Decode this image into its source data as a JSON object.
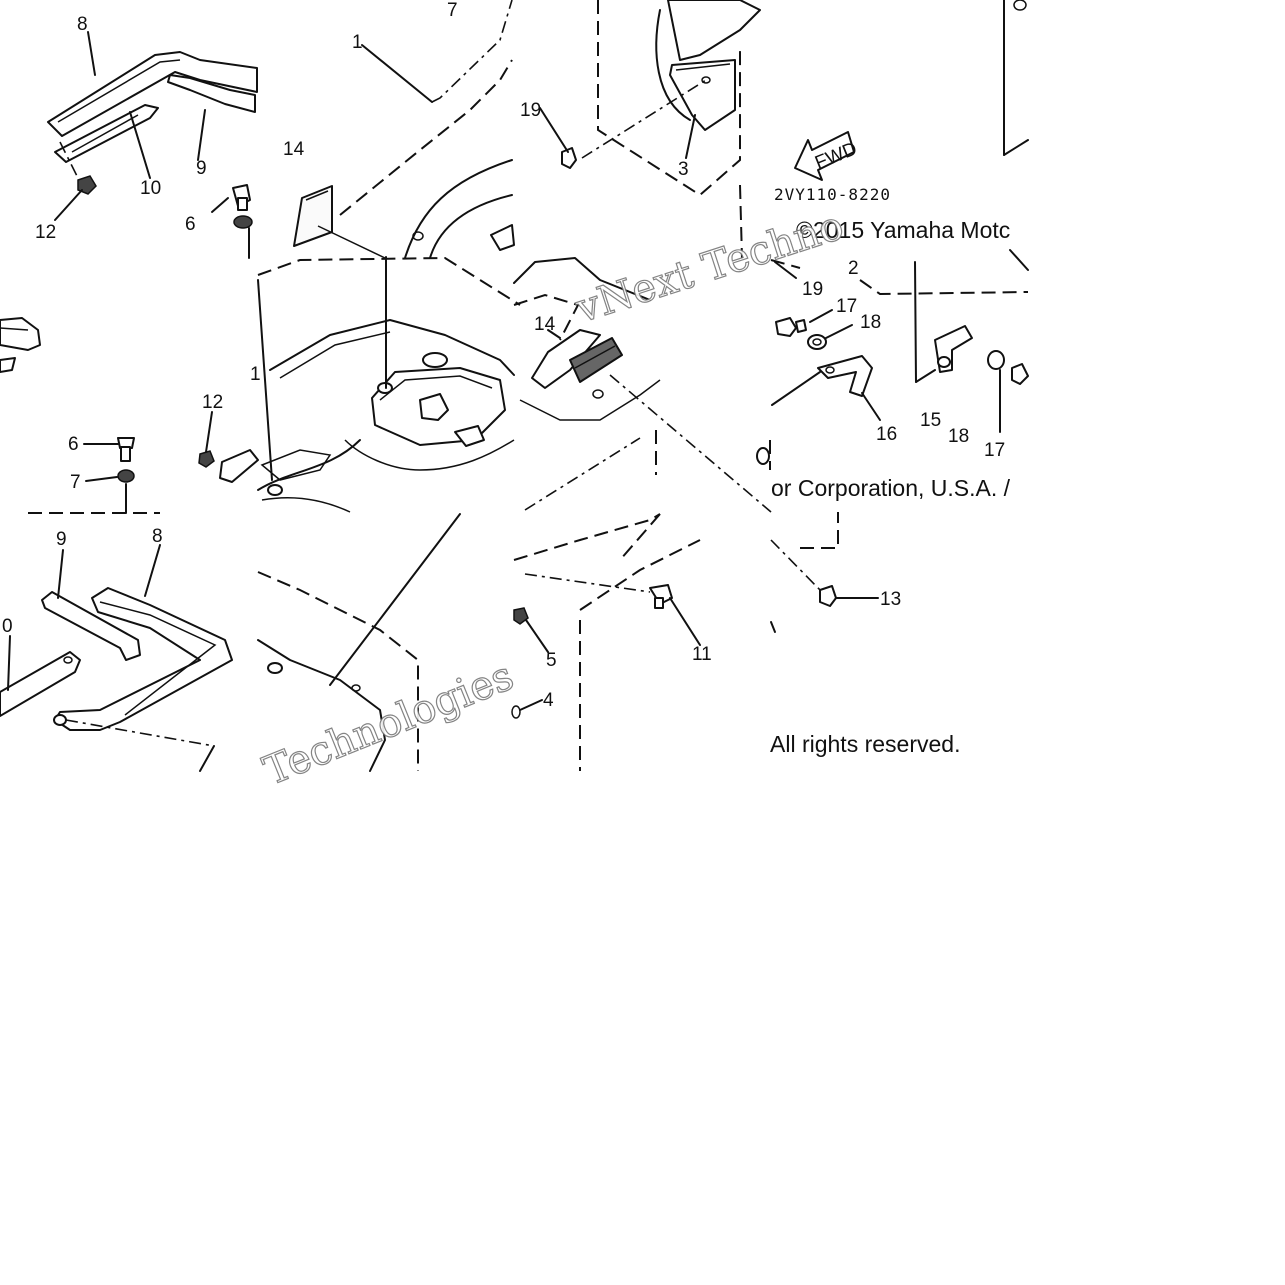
{
  "diagram": {
    "callouts": {
      "t1_8": "8",
      "t1_9": "9",
      "t1_10": "10",
      "t1_12": "12",
      "t1_6": "6",
      "t2_7": "7",
      "t2_1": "1",
      "t2_14": "14",
      "t3_19": "19",
      "t3_3": "3",
      "t5_6": "6",
      "t5_7": "7",
      "t6_12": "12",
      "t6_1": "1",
      "t7_14": "14",
      "t8_19": "19",
      "t8_2": "2",
      "t8_17a": "17",
      "t8_18a": "18",
      "t8_15": "15",
      "t8_18b": "18",
      "t8_17b": "17",
      "t8_16": "16",
      "t9_9": "9",
      "t9_8": "8",
      "t9_0": "0",
      "t11_5": "5",
      "t11_4": "4",
      "t11_11": "11",
      "t12_13": "13"
    },
    "fwd_arrow_label": "FWD",
    "part_code": "2VY110-8220",
    "copyright_1": "©2015 Yamaha Motc",
    "copyright_2": "or Corporation, U.S.A. /",
    "copyright_3": "All rights reserved.",
    "watermark_1": "vNext Techno",
    "watermark_2": "Technologies"
  }
}
